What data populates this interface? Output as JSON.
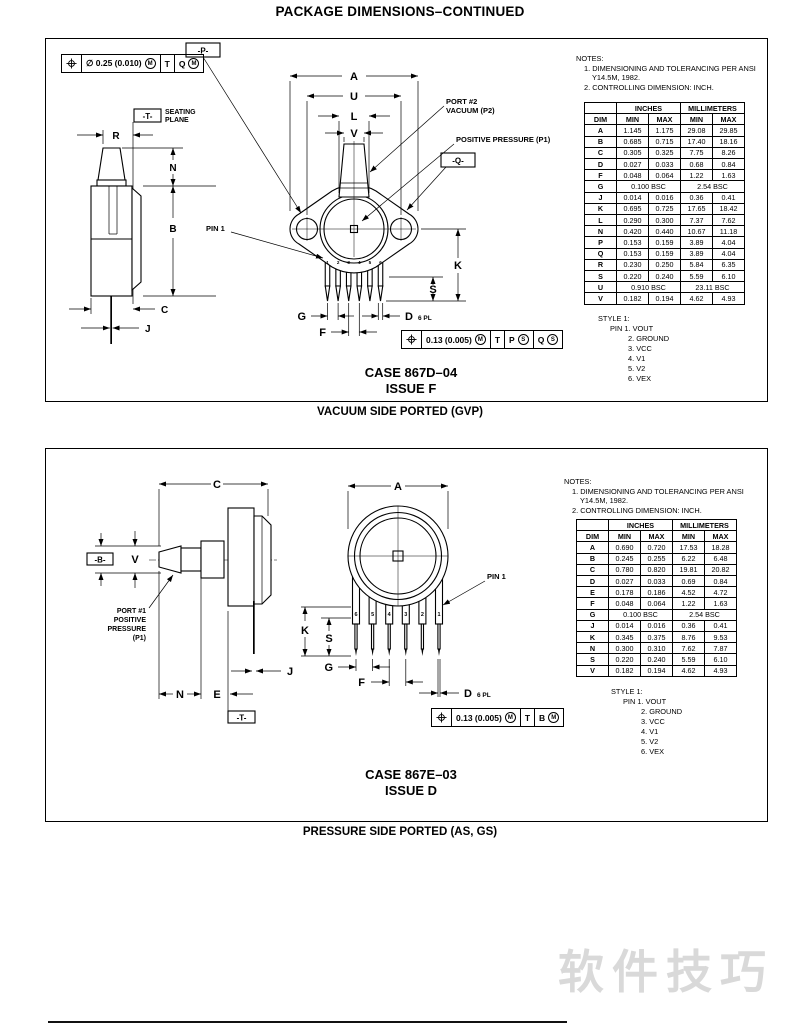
{
  "page": {
    "title": "PACKAGE DIMENSIONS–CONTINUED",
    "watermark": "软件技巧"
  },
  "notes": {
    "heading": "NOTES:",
    "l1": "1. DIMENSIONING AND TOLERANCING PER ANSI",
    "l2": "Y14.5M, 1982.",
    "l3": "2. CONTROLLING DIMENSION: INCH."
  },
  "table_headers": {
    "dim": "DIM",
    "inches": "INCHES",
    "millimeters": "MILLIMETERS",
    "min": "MIN",
    "max": "MAX"
  },
  "style1": {
    "heading": "STYLE 1:",
    "lines": [
      "PIN 1.  VOUT",
      "2.  GROUND",
      "3.  VCC",
      "4.  V1",
      "5.  V2",
      "6.  VEX"
    ]
  },
  "case1": {
    "title": "CASE 867D–04",
    "issue": "ISSUE F",
    "caption": "VACUUM SIDE PORTED (GVP)",
    "fcf_top": {
      "tol": "∅ 0.25 (0.010)",
      "tol_mod": "M",
      "d1": "T",
      "d2": "Q",
      "d2_mod": "M"
    },
    "fcf_bottom": {
      "tol": "0.13 (0.005)",
      "tol_mod": "M",
      "d1": "T",
      "d2": "P",
      "d2_mod": "S",
      "d3": "Q",
      "d3_mod": "S"
    },
    "labels": {
      "datum_p": "-P-",
      "datum_q": "-Q-",
      "datum_t": "-T-",
      "seating1": "SEATING",
      "seating2": "PLANE",
      "port1": "PORT #2",
      "port2": "VACUUM (P2)",
      "pressure": "POSITIVE PRESSURE (P1)",
      "pin1": "PIN 1"
    },
    "side_dims": {
      "r": "R",
      "n": "N",
      "b": "B",
      "c": "C",
      "j": "J"
    },
    "front_dims": {
      "a": "A",
      "u": "U",
      "l": "L",
      "v": "V",
      "k": "K",
      "s": "S",
      "g": "G",
      "f": "F",
      "d": "D",
      "d_qty": "6 PL"
    },
    "pins": [
      "1",
      "2",
      "3",
      "4",
      "5",
      "6"
    ],
    "table": [
      {
        "dim": "A",
        "in_min": "1.145",
        "in_max": "1.175",
        "mm_min": "29.08",
        "mm_max": "29.85"
      },
      {
        "dim": "B",
        "in_min": "0.685",
        "in_max": "0.715",
        "mm_min": "17.40",
        "mm_max": "18.16"
      },
      {
        "dim": "C",
        "in_min": "0.305",
        "in_max": "0.325",
        "mm_min": "7.75",
        "mm_max": "8.26"
      },
      {
        "dim": "D",
        "in_min": "0.027",
        "in_max": "0.033",
        "mm_min": "0.68",
        "mm_max": "0.84"
      },
      {
        "dim": "F",
        "in_min": "0.048",
        "in_max": "0.064",
        "mm_min": "1.22",
        "mm_max": "1.63"
      },
      {
        "dim": "G",
        "bsc": true,
        "in": "0.100 BSC",
        "mm": "2.54 BSC"
      },
      {
        "dim": "J",
        "in_min": "0.014",
        "in_max": "0.016",
        "mm_min": "0.36",
        "mm_max": "0.41"
      },
      {
        "dim": "K",
        "in_min": "0.695",
        "in_max": "0.725",
        "mm_min": "17.65",
        "mm_max": "18.42"
      },
      {
        "dim": "L",
        "in_min": "0.290",
        "in_max": "0.300",
        "mm_min": "7.37",
        "mm_max": "7.62"
      },
      {
        "dim": "N",
        "in_min": "0.420",
        "in_max": "0.440",
        "mm_min": "10.67",
        "mm_max": "11.18"
      },
      {
        "dim": "P",
        "in_min": "0.153",
        "in_max": "0.159",
        "mm_min": "3.89",
        "mm_max": "4.04"
      },
      {
        "dim": "Q",
        "in_min": "0.153",
        "in_max": "0.159",
        "mm_min": "3.89",
        "mm_max": "4.04"
      },
      {
        "dim": "R",
        "in_min": "0.230",
        "in_max": "0.250",
        "mm_min": "5.84",
        "mm_max": "6.35"
      },
      {
        "dim": "S",
        "in_min": "0.220",
        "in_max": "0.240",
        "mm_min": "5.59",
        "mm_max": "6.10"
      },
      {
        "dim": "U",
        "bsc": true,
        "in": "0.910 BSC",
        "mm": "23.11 BSC"
      },
      {
        "dim": "V",
        "in_min": "0.182",
        "in_max": "0.194",
        "mm_min": "4.62",
        "mm_max": "4.93"
      }
    ]
  },
  "case2": {
    "title": "CASE 867E–03",
    "issue": "ISSUE D",
    "caption": "PRESSURE SIDE PORTED (AS, GS)",
    "fcf": {
      "tol": "0.13 (0.005)",
      "tol_mod": "M",
      "d1": "T",
      "d2": "B",
      "d2_mod": "M"
    },
    "labels": {
      "datum_b": "-B-",
      "datum_t": "-T-",
      "port1": "PORT #1",
      "port2": "POSITIVE",
      "port3": "PRESSURE",
      "port4": "(P1)",
      "pin1": "PIN 1"
    },
    "side_dims": {
      "c": "C",
      "v": "V",
      "n": "N",
      "e": "E",
      "j": "J"
    },
    "front_dims": {
      "a": "A",
      "k": "K",
      "s": "S",
      "g": "G",
      "f": "F",
      "d": "D",
      "d_qty": "6 PL"
    },
    "pins": [
      "6",
      "5",
      "4",
      "3",
      "2",
      "1"
    ],
    "table": [
      {
        "dim": "A",
        "in_min": "0.690",
        "in_max": "0.720",
        "mm_min": "17.53",
        "mm_max": "18.28"
      },
      {
        "dim": "B",
        "in_min": "0.245",
        "in_max": "0.255",
        "mm_min": "6.22",
        "mm_max": "6.48"
      },
      {
        "dim": "C",
        "in_min": "0.780",
        "in_max": "0.820",
        "mm_min": "19.81",
        "mm_max": "20.82"
      },
      {
        "dim": "D",
        "in_min": "0.027",
        "in_max": "0.033",
        "mm_min": "0.69",
        "mm_max": "0.84"
      },
      {
        "dim": "E",
        "in_min": "0.178",
        "in_max": "0.186",
        "mm_min": "4.52",
        "mm_max": "4.72"
      },
      {
        "dim": "F",
        "in_min": "0.048",
        "in_max": "0.064",
        "mm_min": "1.22",
        "mm_max": "1.63"
      },
      {
        "dim": "G",
        "bsc": true,
        "in": "0.100 BSC",
        "mm": "2.54 BSC"
      },
      {
        "dim": "J",
        "in_min": "0.014",
        "in_max": "0.016",
        "mm_min": "0.36",
        "mm_max": "0.41"
      },
      {
        "dim": "K",
        "in_min": "0.345",
        "in_max": "0.375",
        "mm_min": "8.76",
        "mm_max": "9.53"
      },
      {
        "dim": "N",
        "in_min": "0.300",
        "in_max": "0.310",
        "mm_min": "7.62",
        "mm_max": "7.87"
      },
      {
        "dim": "S",
        "in_min": "0.220",
        "in_max": "0.240",
        "mm_min": "5.59",
        "mm_max": "6.10"
      },
      {
        "dim": "V",
        "in_min": "0.182",
        "in_max": "0.194",
        "mm_min": "4.62",
        "mm_max": "4.93"
      }
    ]
  }
}
